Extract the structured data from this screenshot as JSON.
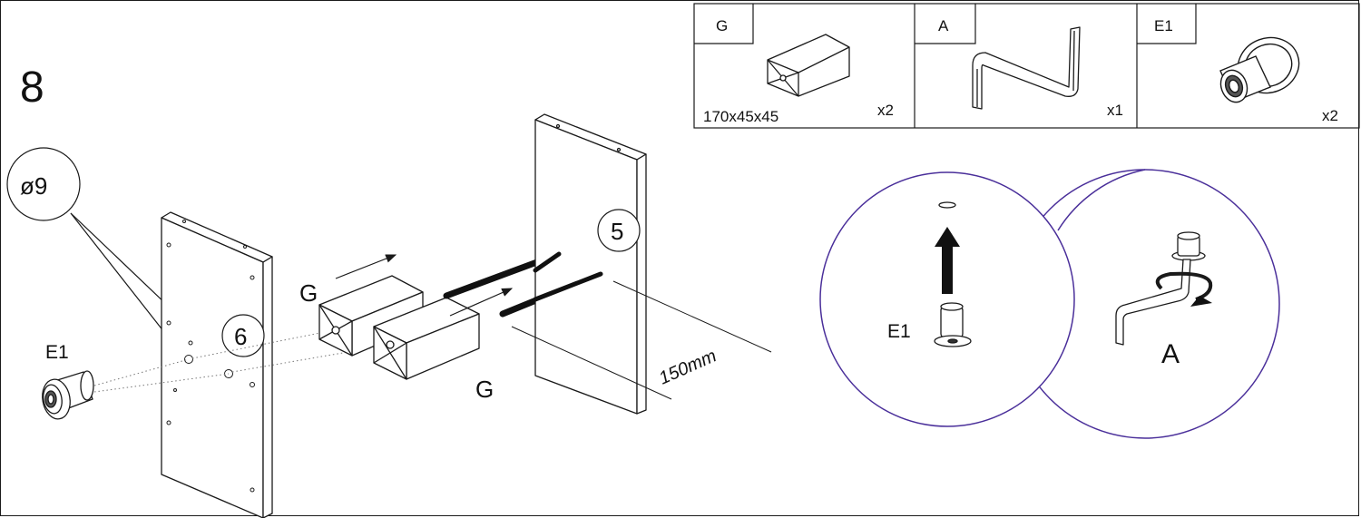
{
  "step": {
    "number": "8"
  },
  "parts_table": [
    {
      "id": "G",
      "code": "G",
      "size": "170x45x45",
      "qty": "x2",
      "icon": "block-icon"
    },
    {
      "id": "A",
      "code": "A",
      "size": "",
      "qty": "x1",
      "icon": "allen-key-icon"
    },
    {
      "id": "E1",
      "code": "E1",
      "size": "",
      "qty": "x2",
      "icon": "insert-nut-icon"
    }
  ],
  "callouts": {
    "drill_diameter": "ø9",
    "panel_left": "6",
    "panel_right": "5",
    "dimension": "150mm",
    "insert_left": "E1",
    "block_top": "G",
    "block_bottom": "G"
  },
  "detail": {
    "left_label": "E1",
    "right_label": "A"
  },
  "colors": {
    "line": "#1a1a1a",
    "detail_circle": "#4a2f9a"
  }
}
